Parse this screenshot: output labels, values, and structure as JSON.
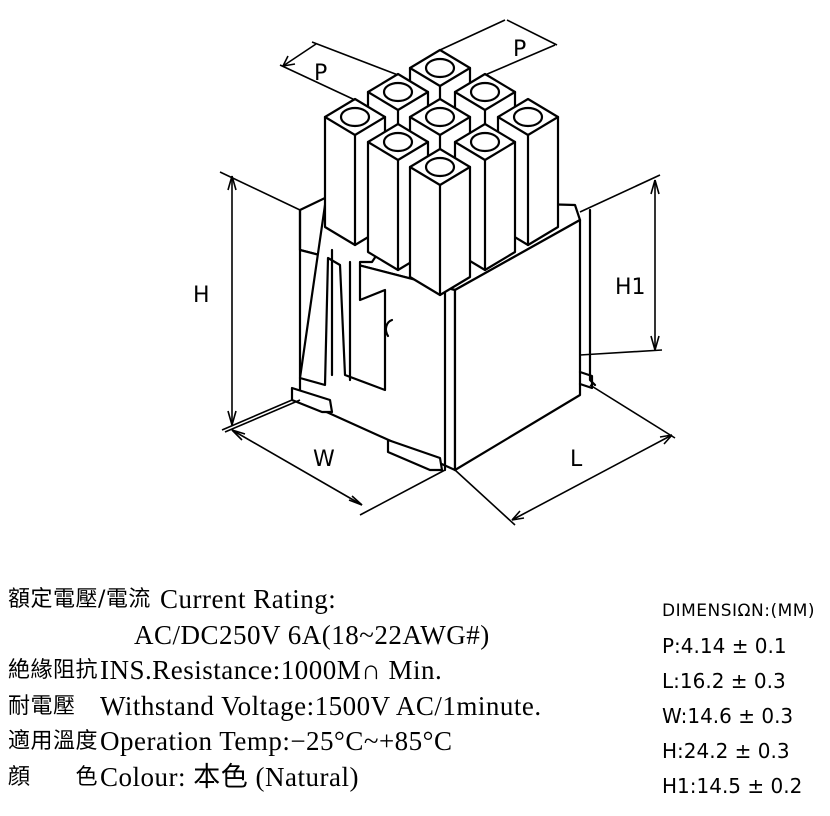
{
  "diagram": {
    "labels": {
      "p_left": "P",
      "p_right": "P",
      "h": "H",
      "h1": "H1",
      "w": "W",
      "l": "L"
    }
  },
  "specs": [
    {
      "cjk": "額定電壓/電流",
      "text": "Current  Rating:"
    },
    {
      "cjk": "",
      "text": "AC/DC250V  6A(18~22AWG#)"
    },
    {
      "cjk": "絶緣阻抗",
      "text": "INS.Resistance:1000M∩ Min."
    },
    {
      "cjk": "耐電壓",
      "text": "Withstand  Voltage:1500V  AC/1minute."
    },
    {
      "cjk": "適用溫度",
      "text": "Operation  Temp:−25°C~+85°C"
    },
    {
      "cjk": "顔　　色",
      "text": "Colour: 本色 (Natural)"
    }
  ],
  "dimensions": {
    "header": "DIMENSIΩN:(MM)",
    "items": [
      "P:4.14 ± 0.1",
      "L:16.2 ± 0.3",
      "W:14.6 ± 0.3",
      "H:24.2 ± 0.3",
      "H1:14.5 ± 0.2"
    ]
  }
}
